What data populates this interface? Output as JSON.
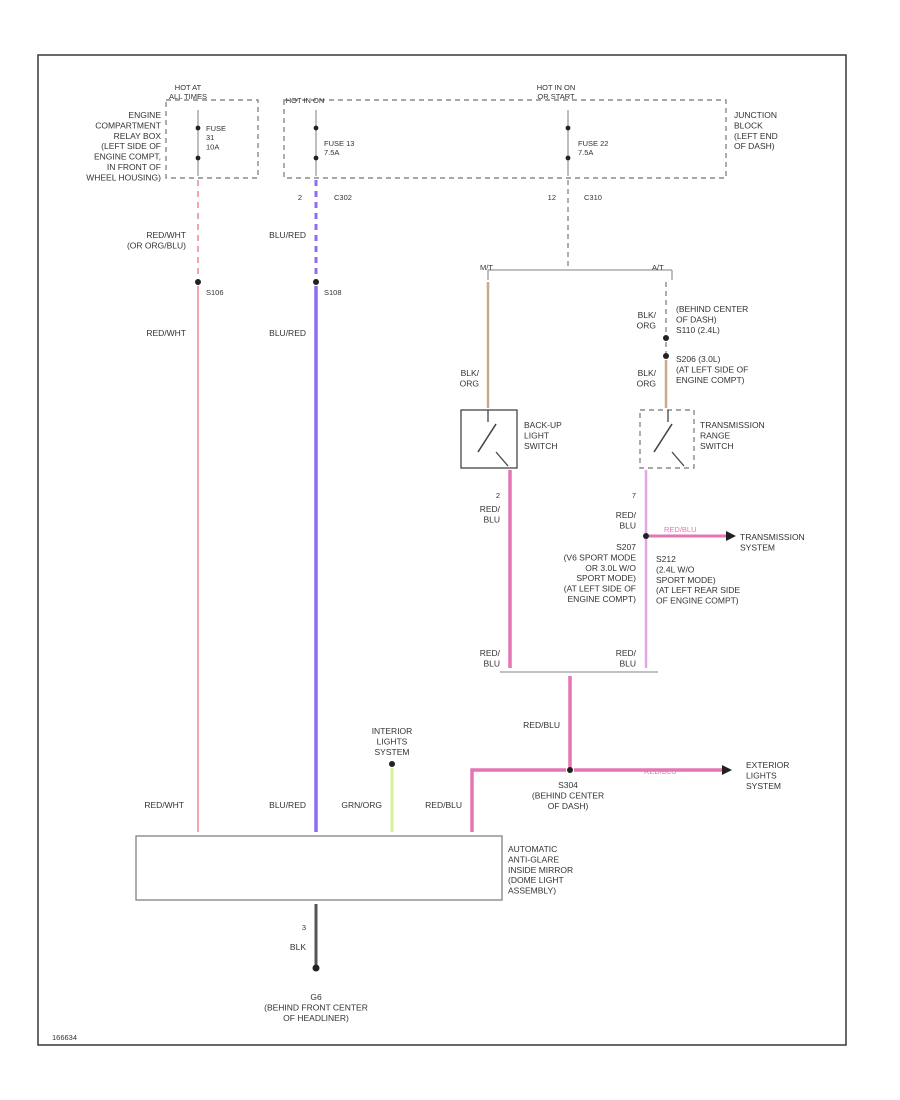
{
  "colors": {
    "red_white": "#f3a5ad",
    "blu_red": "#8f6df2",
    "blk_org": "#c9ab8c",
    "red_blu": "#e476b4",
    "red_blu_light": "#e3a8e3",
    "grn_org": "#d9ef9a",
    "blk": "#555555",
    "frame": "#444444"
  },
  "fuse_boxes": {
    "hot_left": "HOT AT\nALL TIMES",
    "hot_mid": "HOT IN ON",
    "hot_right": "HOT IN ON\nOR START",
    "fuse_left": "FUSE\n31\n10A",
    "fuse_mid": "FUSE 13\n7.5A",
    "fuse_right": "FUSE 22\n7.5A",
    "engine_relay_box": "ENGINE\nCOMPARTMENT\nRELAY BOX\n(LEFT SIDE OF\nENGINE COMPT,\nIN FRONT OF\nWHEEL HOUSING)",
    "junction_block": "JUNCTION\nBLOCK\n(LEFT END\nOF DASH)"
  },
  "connectors": {
    "c302_pin": "2",
    "c302": "C302",
    "c310_pin": "12",
    "c310": "C310"
  },
  "wires": {
    "red_wht_upper": "RED/WHT\n(OR ORG/BLU)",
    "blu_red_upper": "BLU/RED",
    "red_wht_lower": "RED/WHT",
    "blu_red_lower": "BLU/RED",
    "blk_org_left": "BLK/\nORG",
    "blk_org_right_upper": "BLK/\nORG",
    "blk_org_right_lower": "BLK/\nORG",
    "red_blu_backup": "RED/\nBLU",
    "red_blu_trans": "RED/\nBLU",
    "red_blu_bottom_left": "RED/\nBLU",
    "red_blu_bottom_right": "RED/\nBLU",
    "red_blu_vertical": "RED/BLU",
    "red_blu_to_trans": "RED/BLU",
    "red_blu_to_ext": "RED/BLU",
    "red_wht_mirror": "RED/WHT",
    "blu_red_mirror": "BLU/RED",
    "grn_org_mirror": "GRN/ORG",
    "red_blu_mirror": "RED/BLU",
    "blk_ground": "BLK"
  },
  "splices": {
    "s106": "S106",
    "s108": "S108",
    "mt": "M/T",
    "at": "A/T",
    "s110": "(BEHIND CENTER\nOF DASH)\nS110 (2.4L)",
    "s206": "S206 (3.0L)\n(AT LEFT SIDE OF\nENGINE COMPT)",
    "s207": "S207\n(V6 SPORT MODE\nOR 3.0L W/O\nSPORT MODE)\n(AT LEFT SIDE OF\nENGINE COMPT)",
    "s212": "S212\n(2.4L W/O\nSPORT MODE)\n(AT LEFT REAR SIDE\nOF ENGINE COMPT)",
    "s304": "S304\n(BEHIND CENTER\nOF DASH)"
  },
  "switches": {
    "backup_pin": "2",
    "backup": "BACK-UP\nLIGHT\nSWITCH",
    "trans_pin": "7",
    "trans": "TRANSMISSION\nRANGE\nSWITCH"
  },
  "systems": {
    "interior": "INTERIOR\nLIGHTS\nSYSTEM",
    "transmission": "TRANSMISSION\nSYSTEM",
    "exterior": "EXTERIOR\nLIGHTS\nSYSTEM"
  },
  "mirror": {
    "label": "AUTOMATIC\nANTI-GLARE\nINSIDE MIRROR\n(DOME LIGHT\nASSEMBLY)",
    "ground_pin": "3"
  },
  "ground": {
    "label": "G6\n(BEHIND FRONT CENTER\nOF HEADLINER)"
  },
  "footer": {
    "code": "166634"
  }
}
